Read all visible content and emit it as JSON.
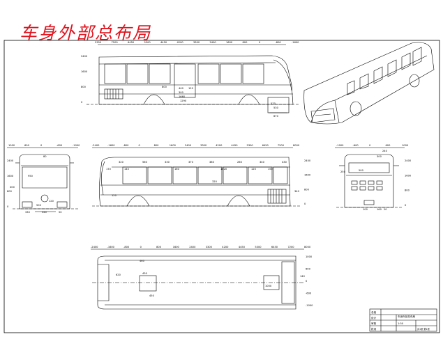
{
  "title": "车身外部总布局",
  "accent_color": "#e0141e",
  "side_right": {
    "dims_top": [
      "5350",
      "7200",
      "6450",
      "5300",
      "4450",
      "4200",
      "3300",
      "2400",
      "1600",
      "800",
      "0",
      "-800",
      "-1600"
    ],
    "dims_left": [
      "2400",
      "1600",
      "800",
      "0"
    ],
    "labels": [
      "440",
      "300",
      "120",
      "1660",
      "1290",
      "800",
      "570",
      "530",
      "670"
    ]
  },
  "front_view": {
    "dims_top": [
      "1000",
      "600",
      "0",
      "-600",
      "-1000"
    ],
    "dims_left": [
      "2400",
      "1600",
      "800",
      "0"
    ],
    "labels": [
      "950",
      "80",
      "400",
      "120",
      "330",
      "340",
      "50",
      "500"
    ]
  },
  "side_left": {
    "dims_top": [
      "-2400",
      "-1600",
      "-800",
      "0",
      "800",
      "1600",
      "2400",
      "3300",
      "4200",
      "4450",
      "5300",
      "6450",
      "7200",
      "8000"
    ],
    "dims_right": [
      "2400",
      "1600",
      "800",
      "0"
    ],
    "labels": [
      "170",
      "320",
      "560",
      "330",
      "370",
      "380",
      "260",
      "340",
      "430",
      "140",
      "160",
      "1020",
      "120",
      "150",
      "120",
      "320",
      "340"
    ]
  },
  "rear_view": {
    "dims_top": [
      "-1000",
      "-600",
      "0",
      "600",
      "1000"
    ],
    "dims_right": [
      "2400",
      "1600",
      "800",
      "0"
    ],
    "labels": [
      "300",
      "240",
      "250",
      "500",
      "100",
      "160",
      "20"
    ]
  },
  "top_view": {
    "dims_top": [
      "-2400",
      "-1600",
      "-800",
      "0",
      "800",
      "1600",
      "2400",
      "3300",
      "4200",
      "4450",
      "5300",
      "6450",
      "7200",
      "8000"
    ],
    "dims_right": [
      "1000",
      "600",
      "0",
      "-600",
      "-1000"
    ],
    "labels": [
      "620",
      "430",
      "450",
      "1000",
      "460",
      "140"
    ]
  },
  "title_block": {
    "rows": [
      "总装",
      "设计",
      "审核",
      "批准"
    ],
    "drawing_name": "车身外部总布局",
    "scale": "1:50",
    "sheet": "共1张 第1张"
  }
}
